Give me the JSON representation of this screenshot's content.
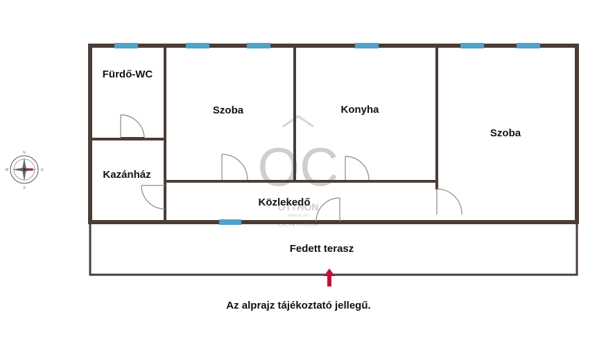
{
  "colors": {
    "wall": "#4a3c36",
    "window": "#4fa3c9",
    "door": "#888888",
    "arrow": "#c0123c",
    "watermark": "#d2d2d2"
  },
  "rooms": {
    "furdo": "Fürdő-WC",
    "szoba1": "Szoba",
    "konyha": "Konyha",
    "szoba2": "Szoba",
    "kazanhaz": "Kazánház",
    "kozlekedo": "Közlekedő",
    "terasz": "Fedett terasz"
  },
  "compass": {
    "n": "N",
    "e": "E",
    "s": "S",
    "w": "W"
  },
  "watermark": {
    "logo": "OC",
    "line1": "OTTHON",
    "line2": "CENTRUM",
    "url": "www.oc.hu"
  },
  "caption": "Az alprajz tájékoztató jellegű.",
  "entrance_icon": "entrance-arrow-icon"
}
